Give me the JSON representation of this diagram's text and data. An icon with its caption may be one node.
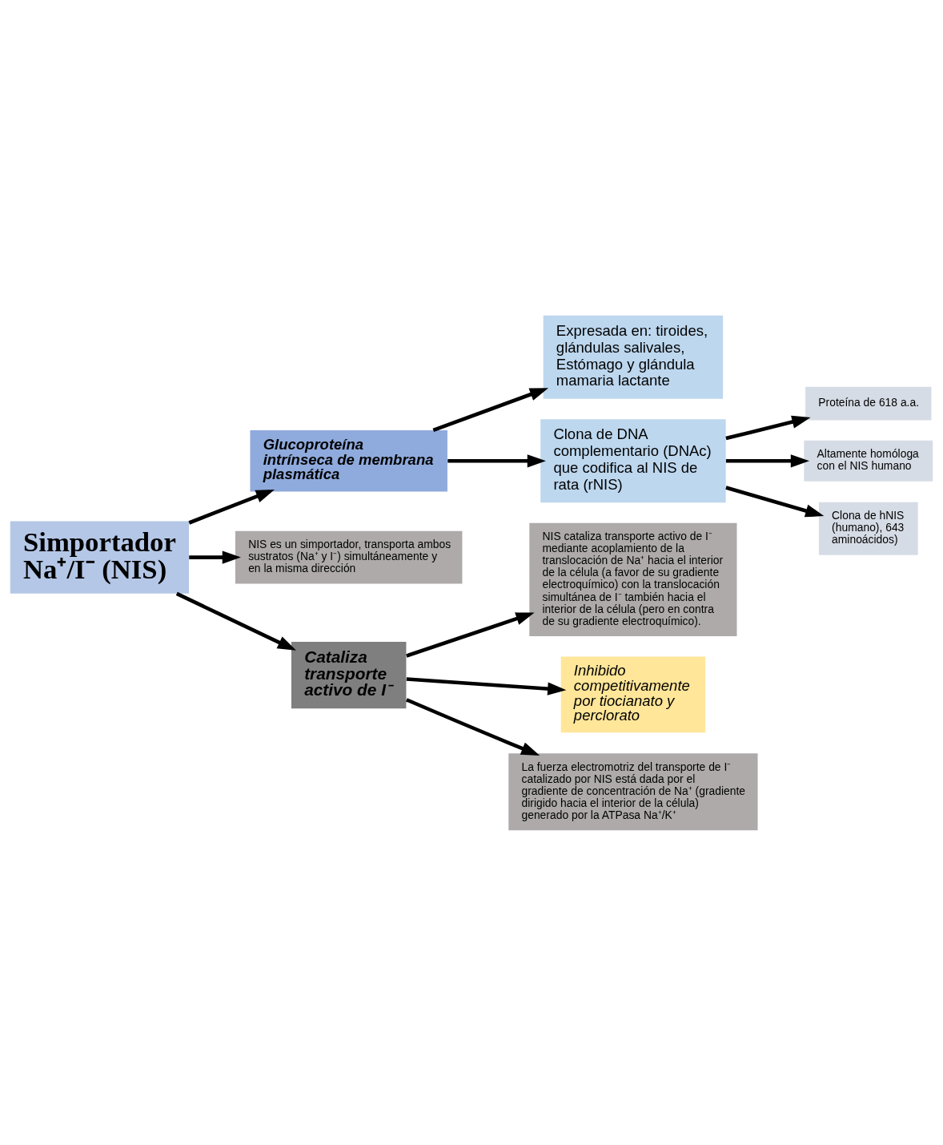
{
  "diagram": {
    "nodes": [
      {
        "text": [
          "Simportador Na⁺/I⁻ (NIS)"
        ]
      },
      {
        "text": [
          "Glucoproteína intrínseca de membrana plasmática"
        ]
      },
      {
        "text": [
          "Expresada en: tiroides, glándulas salivales, Estómago y glándula mamaria lactante"
        ]
      },
      {
        "text": [
          "Clona de DNA complementario (DNAc) que codifica al NIS de rata (rNIS)"
        ]
      },
      {
        "text": [
          "Proteína de 618 a.a."
        ]
      },
      {
        "text": [
          "Altamente homóloga con el NIS humano"
        ]
      },
      {
        "text": [
          "Clona de hNIS (humano), 643 aminoácidos)"
        ]
      },
      {
        "text": [
          "NIS es un simportador, transporta ambos sustratos (Na⁺ y I⁻) simultáneamente y en la misma dirección"
        ]
      },
      {
        "text": [
          "Cataliza transporte activo de I⁻"
        ]
      },
      {
        "text": [
          "NIS cataliza transporte activo de I⁻ mediante acoplamiento de la translocación de Na⁺ hacia el interior de la célula (a favor de su gradiente electroquímico) con la translocación simultánea de I⁻ también hacia el interior de la célula (pero en contra de su gradiente electroquímico)."
        ]
      },
      {
        "text": [
          "Inhibido competitivamente por tiocianato y perclorato"
        ]
      },
      {
        "text": [
          "La fuerza electromotriz del transporte de I⁻ catalizado por NIS está dada por el gradiente de concentración de Na⁺ (gradiente dirigido hacia el interior de la célula) generado por la ATPasa Na⁺/K⁺"
        ]
      }
    ],
    "edges": [
      {
        "from": 0,
        "to": 1,
        "arrow": "to"
      },
      {
        "from": 1,
        "to": 2,
        "arrow": "to"
      },
      {
        "from": 1,
        "to": 3,
        "arrow": "to"
      },
      {
        "from": 3,
        "to": 4,
        "arrow": "to"
      },
      {
        "from": 3,
        "to": 5,
        "arrow": "to"
      },
      {
        "from": 3,
        "to": 6,
        "arrow": "to"
      },
      {
        "from": 0,
        "to": 7,
        "arrow": "to"
      },
      {
        "from": 0,
        "to": 8,
        "arrow": "to"
      },
      {
        "from": 8,
        "to": 9,
        "arrow": "to"
      },
      {
        "from": 8,
        "to": 10,
        "arrow": "to"
      },
      {
        "from": 8,
        "to": 11,
        "arrow": "to"
      }
    ]
  }
}
